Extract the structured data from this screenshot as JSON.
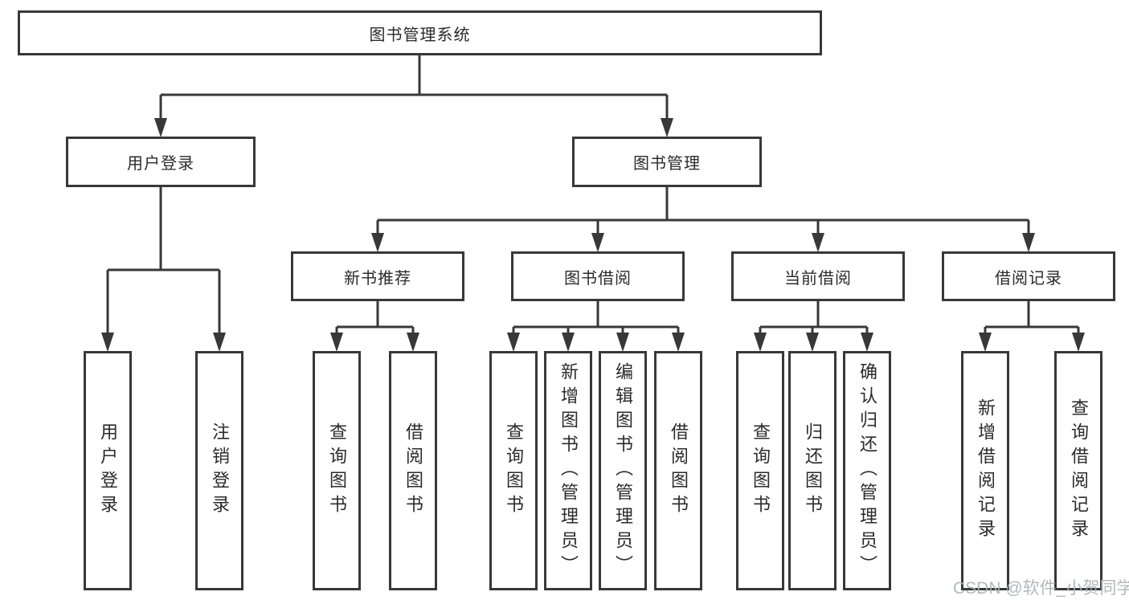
{
  "diagram": {
    "title": "图书管理系统",
    "branches": [
      {
        "label": "用户登录",
        "leaves": [
          "用户登录",
          "注销登录"
        ]
      },
      {
        "label": "图书管理",
        "sections": [
          {
            "label": "新书推荐",
            "leaves": [
              "查询图书",
              "借阅图书"
            ]
          },
          {
            "label": "图书借阅",
            "leaves": [
              "查询图书",
              "新增图书（管理员）",
              "编辑图书（管理员）",
              "借阅图书"
            ]
          },
          {
            "label": "当前借阅",
            "leaves": [
              "查询图书",
              "归还图书",
              "确认归还（管理员）"
            ]
          },
          {
            "label": "借阅记录",
            "leaves": [
              "新增借阅记录",
              "查询借阅记录"
            ]
          }
        ]
      }
    ]
  },
  "watermark": "CSDN @软件_小贺同学",
  "colors": {
    "line": "#383838",
    "text": "#2b2b2b",
    "watermark": "#adb2b8"
  }
}
